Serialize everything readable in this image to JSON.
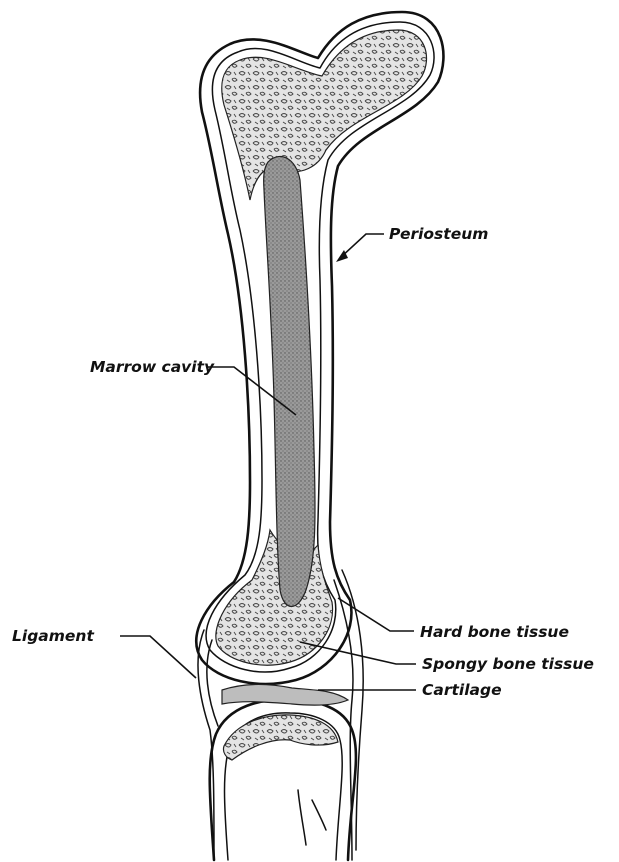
{
  "labels": {
    "periosteum": "Periosteum",
    "marrow_cavity": "Marrow cavity",
    "hard_bone_tissue": "Hard bone tissue",
    "spongy_bone_tissue": "Spongy bone tissue",
    "cartilage": "Cartilage",
    "ligament": "Ligament"
  },
  "colors": {
    "ink": "#111111",
    "paper": "#ffffff",
    "marrow": "#8a8a8a",
    "spongy": "#d6d6d6"
  }
}
